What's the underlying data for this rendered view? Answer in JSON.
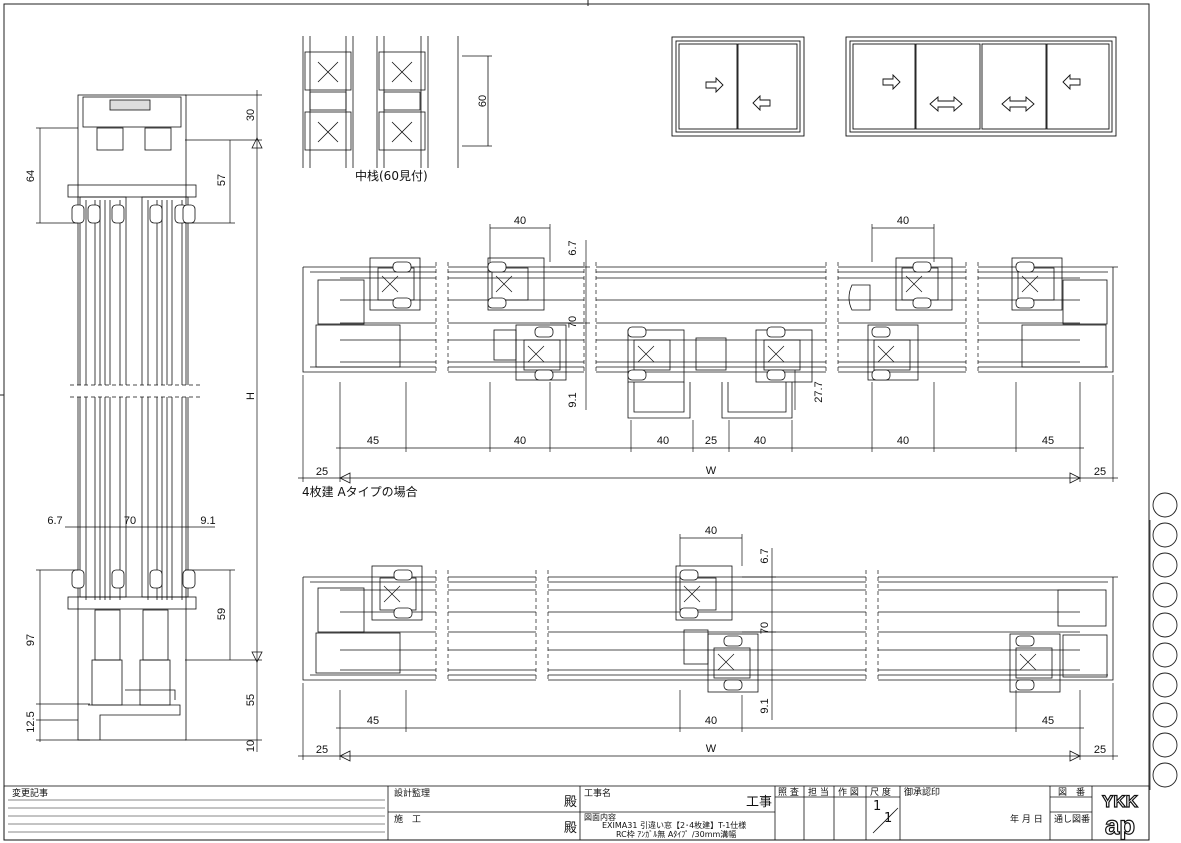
{
  "labels": {
    "mullion_caption": "中栈(60見付)",
    "case_a_caption": "4枚建 Aタイプの場合"
  },
  "dims": {
    "side": {
      "d30": "30",
      "d64": "64",
      "d57": "57",
      "dH": "H",
      "d67": "6.7",
      "d70": "70",
      "d91": "9.1",
      "d97": "97",
      "d59": "59",
      "d55": "55",
      "d125": "12.5",
      "d10": "10"
    },
    "mullion": {
      "d60": "60"
    },
    "plan_a": {
      "top40a": "40",
      "top40b": "40",
      "d67": "6.7",
      "d70": "70",
      "d91": "9.1",
      "d277": "27.7",
      "b45a": "45",
      "b40a": "40",
      "b40b": "40",
      "b25": "25",
      "b40c": "40",
      "b40d": "40",
      "b45b": "45",
      "w25a": "25",
      "w": "W",
      "w25b": "25"
    },
    "plan_b": {
      "top40": "40",
      "d67": "6.7",
      "d70": "70",
      "d91": "9.1",
      "b45a": "45",
      "b40": "40",
      "b45b": "45",
      "w25a": "25",
      "w": "W",
      "w25b": "25"
    }
  },
  "title_block": {
    "change_record": "変更記事",
    "design_supervision": "設計監理",
    "dono1": "殿",
    "construction": "施　工",
    "dono2": "殿",
    "project_name_label": "工事名",
    "project_suffix": "工事",
    "drawing_content_label": "図面内容",
    "drawing_content_line1": "EXIMA31 引違い窓【2･4枚建】T-1仕様",
    "drawing_content_line2": "RC枠 ｱﾝｶﾞﾙ無 Aﾀｲﾌﾟ /30mm溝幅",
    "check": "照 査",
    "in_charge": "担 当",
    "drafting": "作 図",
    "scale": "尺 度",
    "scale_value_num": "1",
    "scale_value_den": "1",
    "approval": "御承認印",
    "date": "年 月 日",
    "drawing_no": "図　番",
    "serial_no": "通し図番",
    "logo_top": "YKK",
    "logo_bottom": "ap"
  }
}
